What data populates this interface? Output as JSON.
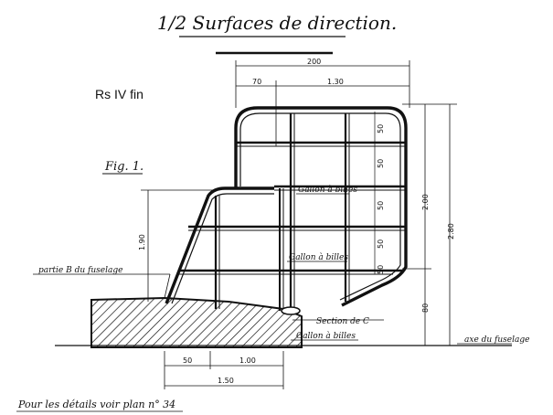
{
  "title": "1/2 Surfaces de direction.",
  "subtitle": "Rs IV fin",
  "figure_label": "Fig. 1.",
  "labels": {
    "fuselage_part": "partie B du fuselage",
    "hinge_top": "Gallon à billes",
    "hinge_mid": "Gallon à billes",
    "hinge_low": "Gallon à billes",
    "fuselage_axis": "axe du fuselage",
    "section": "Section de C",
    "footer": "Pour les détails voir plan n° 34"
  },
  "dimensions": {
    "top_total": "200",
    "top_left": "70",
    "top_right": "1.30",
    "right_a": "2.00",
    "right_b": "2.80",
    "right_c": "80",
    "spacings": [
      "50",
      "50",
      "50",
      "50",
      "50"
    ],
    "left_height": "1.90",
    "bottom_a": "50",
    "bottom_b": "1.00",
    "bottom_total": "1.50"
  }
}
